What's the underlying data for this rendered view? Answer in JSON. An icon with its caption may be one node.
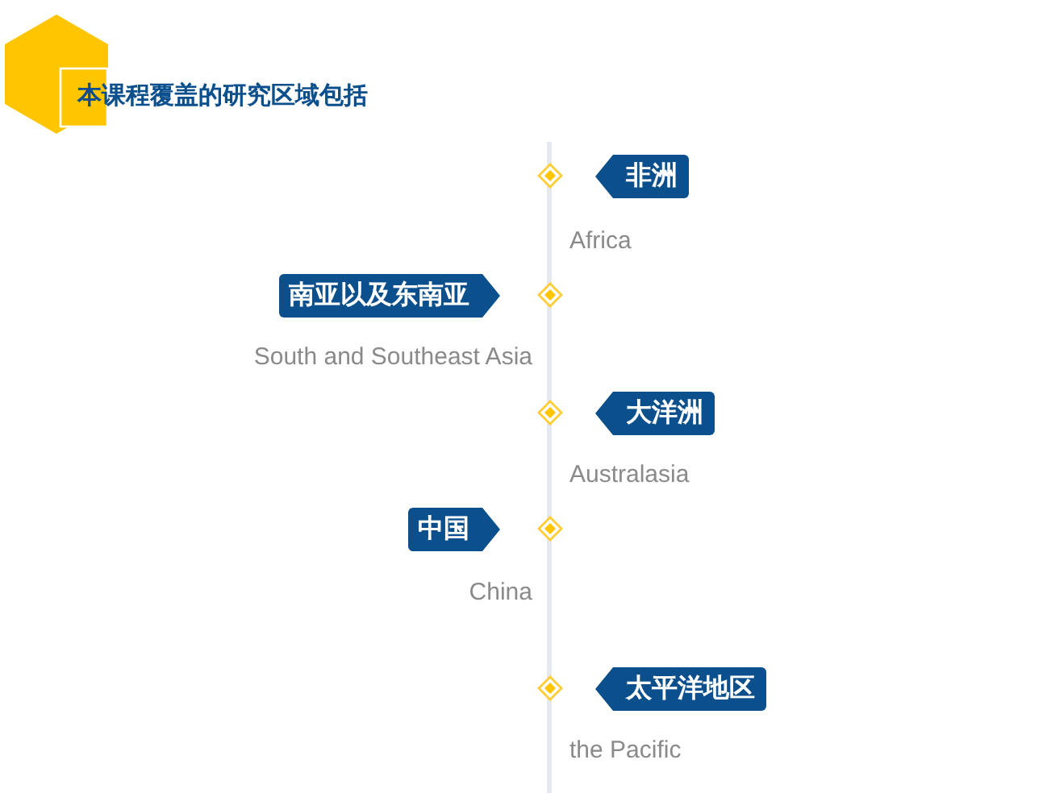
{
  "diagram": {
    "title": "本课程覆盖的研究区域包括",
    "nodes": [
      {
        "text": [
          "非洲"
        ],
        "beside": [
          "Africa"
        ]
      },
      {
        "text": [
          "南亚以及东南亚"
        ],
        "beside": [
          "South and Southeast Asia"
        ]
      },
      {
        "text": [
          "大洋洲"
        ],
        "beside": [
          "Australasia"
        ]
      },
      {
        "text": [
          "中国"
        ],
        "beside": [
          "China"
        ]
      },
      {
        "text": [
          "太平洋地区"
        ],
        "beside": [
          "the Pacific"
        ]
      }
    ]
  }
}
